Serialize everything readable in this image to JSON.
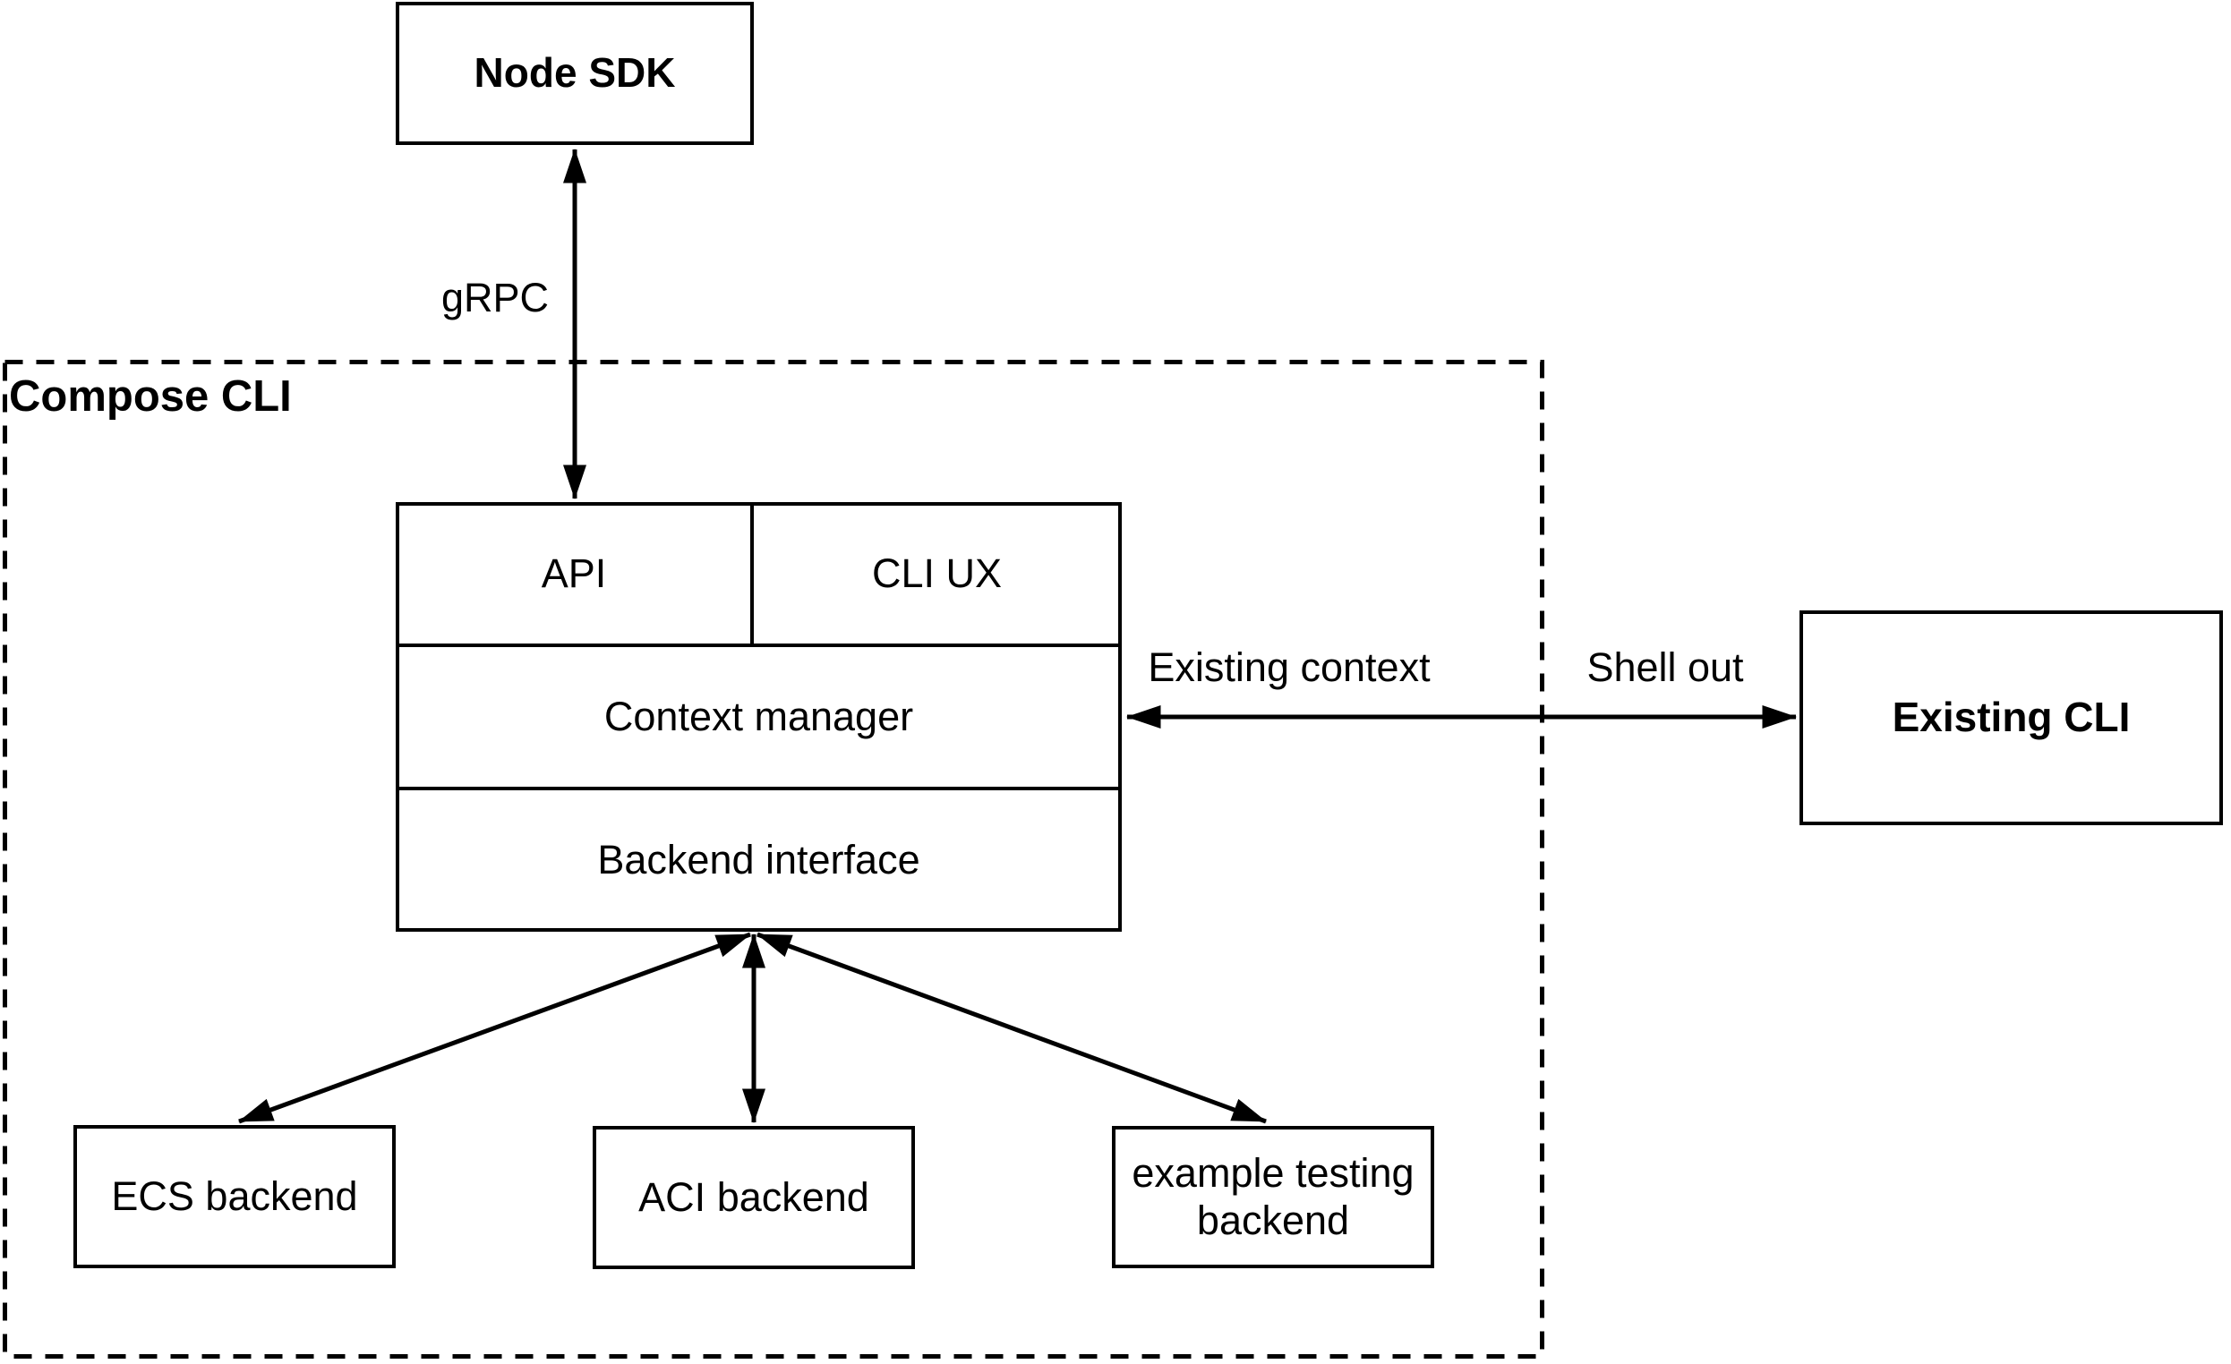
{
  "colors": {
    "background": "#ffffff",
    "stroke": "#000000",
    "text": "#000000"
  },
  "container": {
    "label": "Compose CLI",
    "border_style": "dashed"
  },
  "nodes": {
    "node_sdk": {
      "label": "Node SDK",
      "bold": true
    },
    "api": {
      "label": "API"
    },
    "cli_ux": {
      "label": "CLI UX"
    },
    "context_manager": {
      "label": "Context manager"
    },
    "backend_interface": {
      "label": "Backend interface"
    },
    "existing_cli": {
      "label": "Existing CLI",
      "bold": true
    },
    "ecs_backend": {
      "label": "ECS backend"
    },
    "aci_backend": {
      "label": "ACI backend"
    },
    "example_testing_backend": {
      "label": "example testing backend"
    }
  },
  "edges": {
    "grpc": {
      "label": "gRPC",
      "from": "node_sdk",
      "to": "api",
      "arrows": "both"
    },
    "context_to_existing_cli": {
      "labels": {
        "inside_container": "Existing context",
        "outside_container": "Shell out"
      },
      "from": "context_manager",
      "to": "existing_cli",
      "arrows": "both"
    },
    "backend_to_ecs": {
      "from": "backend_interface",
      "to": "ecs_backend",
      "arrows": "both"
    },
    "backend_to_aci": {
      "from": "backend_interface",
      "to": "aci_backend",
      "arrows": "both"
    },
    "backend_to_example": {
      "from": "backend_interface",
      "to": "example_testing_backend",
      "arrows": "both"
    }
  }
}
